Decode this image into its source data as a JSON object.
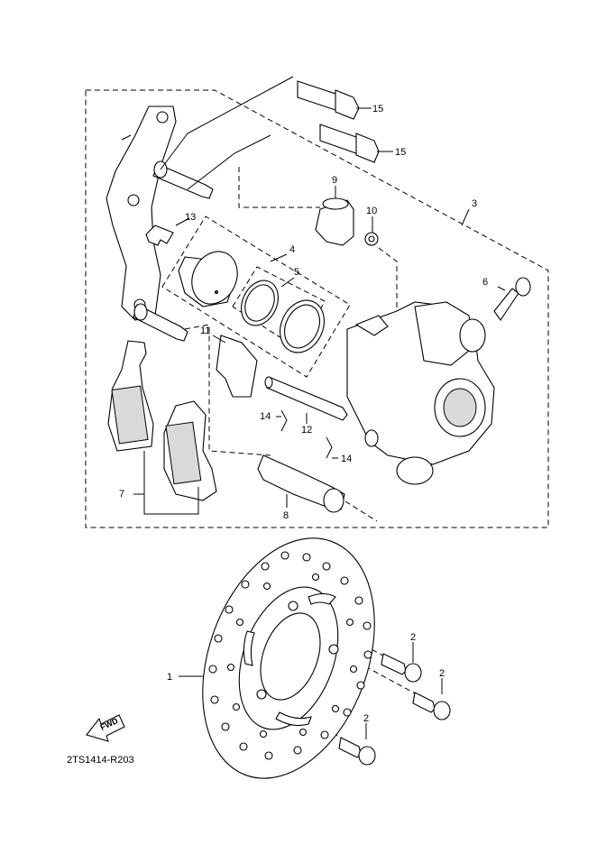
{
  "diagram": {
    "part_code": "2TS1414-R203",
    "fwd_label": "FWD",
    "callouts": [
      {
        "id": "c1",
        "label": "1"
      },
      {
        "id": "c2a",
        "label": "2"
      },
      {
        "id": "c2b",
        "label": "2"
      },
      {
        "id": "c2c",
        "label": "2"
      },
      {
        "id": "c3",
        "label": "3"
      },
      {
        "id": "c4",
        "label": "4"
      },
      {
        "id": "c5",
        "label": "5"
      },
      {
        "id": "c6",
        "label": "6"
      },
      {
        "id": "c7",
        "label": "7"
      },
      {
        "id": "c8",
        "label": "8"
      },
      {
        "id": "c9",
        "label": "9"
      },
      {
        "id": "c10",
        "label": "10"
      },
      {
        "id": "c11",
        "label": "11"
      },
      {
        "id": "c12",
        "label": "12"
      },
      {
        "id": "c13",
        "label": "13"
      },
      {
        "id": "c14a",
        "label": "14"
      },
      {
        "id": "c14b",
        "label": "14"
      },
      {
        "id": "c15a",
        "label": "15"
      },
      {
        "id": "c15b",
        "label": "15"
      }
    ]
  }
}
